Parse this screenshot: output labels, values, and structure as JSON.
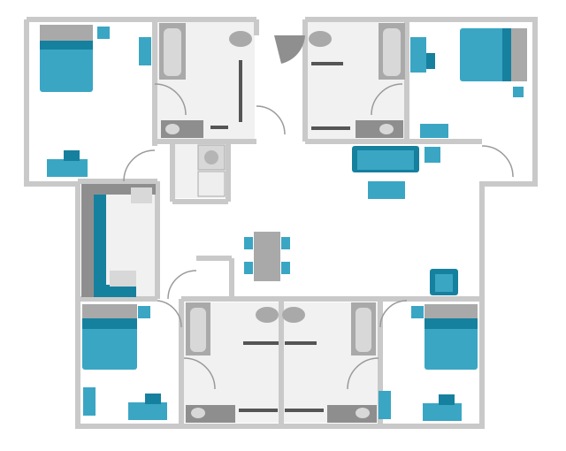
{
  "plan": {
    "title": "",
    "colors": {
      "wall": "#c9c9c9",
      "furniture": "#3aa6c4",
      "furniture_dark": "#16809f",
      "fixture": "#a9a9a9",
      "fixture_light": "#d8d8d8",
      "tile": "#f1f1f1",
      "kitchen_counter": "#8e8e8e"
    },
    "rooms": [
      "bedroom-top-left",
      "bedroom-top-right",
      "bedroom-bottom-left",
      "bedroom-bottom-right",
      "bath-top-left",
      "bath-top-right",
      "bath-bottom-left",
      "bath-bottom-right",
      "kitchen",
      "living-area"
    ]
  }
}
